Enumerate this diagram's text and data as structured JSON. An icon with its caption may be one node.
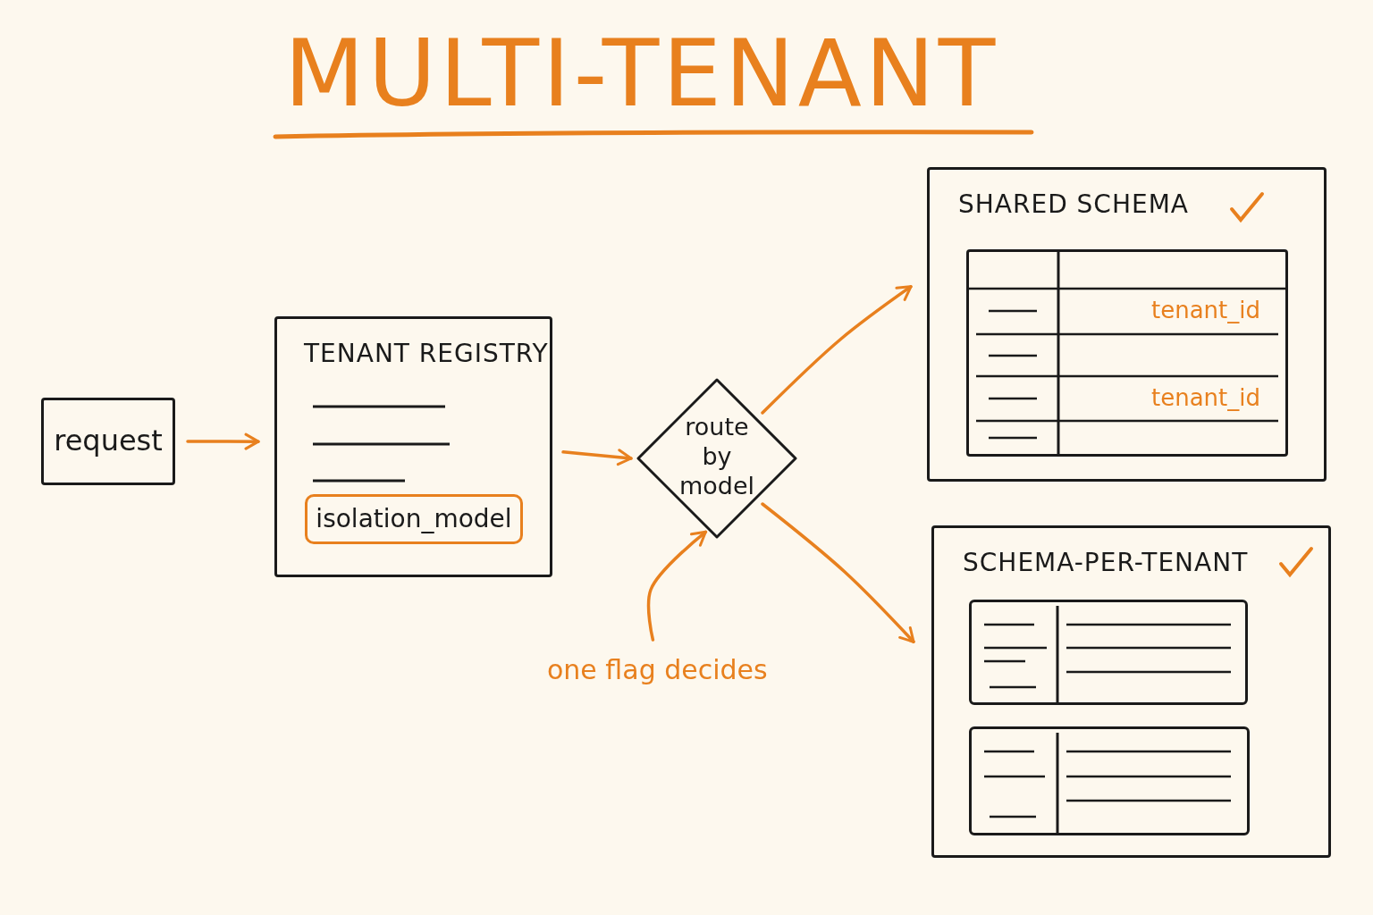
{
  "diagram": {
    "title": "MULTI-TENANT",
    "nodes": [
      {
        "text": [
          "request"
        ]
      },
      {
        "text": [
          "TENANT REGISTRY"
        ]
      },
      {
        "text": [
          "isolation_model"
        ],
        "in": 1
      },
      {
        "text": [
          "route by model"
        ]
      },
      {
        "text": [
          "SHARED SCHEMA"
        ]
      },
      {
        "text": [
          "tenant_id",
          "tenant_id"
        ],
        "in": 4
      },
      {
        "text": [
          "SCHEMA-PER-TENANT"
        ]
      },
      {
        "text": [],
        "shape": "box",
        "in": 6
      },
      {
        "text": [],
        "shape": "box",
        "in": 6
      },
      {
        "text": [
          "one flag decides"
        ]
      }
    ],
    "edges": [
      {
        "from": 0,
        "to": 1,
        "arrow": "to"
      },
      {
        "from": 1,
        "to": 3,
        "arrow": "to"
      },
      {
        "from": 3,
        "to": 4,
        "arrow": "to"
      },
      {
        "from": 3,
        "to": 6,
        "arrow": "to"
      },
      {
        "from": 9,
        "to": 3,
        "arrow": "to"
      }
    ]
  }
}
